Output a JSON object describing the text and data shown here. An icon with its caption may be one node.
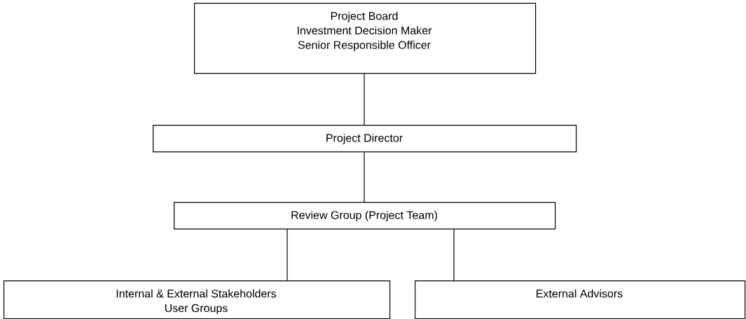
{
  "diagram": {
    "nodes": [
      {
        "text": [
          "Project Board",
          "Investment Decision Maker",
          "Senior Responsible Officer"
        ]
      },
      {
        "text": [
          "Project Director"
        ]
      },
      {
        "text": [
          "Review Group (Project Team)"
        ]
      },
      {
        "text": [
          "Internal & External Stakeholders",
          "User Groups"
        ]
      },
      {
        "text": [
          "External Advisors"
        ]
      }
    ],
    "edges": [
      {
        "from": 0,
        "to": 1,
        "arrow": "none"
      },
      {
        "from": 1,
        "to": 2,
        "arrow": "none"
      },
      {
        "from": 2,
        "to": 3,
        "arrow": "none"
      },
      {
        "from": 2,
        "to": 4,
        "arrow": "none"
      }
    ]
  }
}
